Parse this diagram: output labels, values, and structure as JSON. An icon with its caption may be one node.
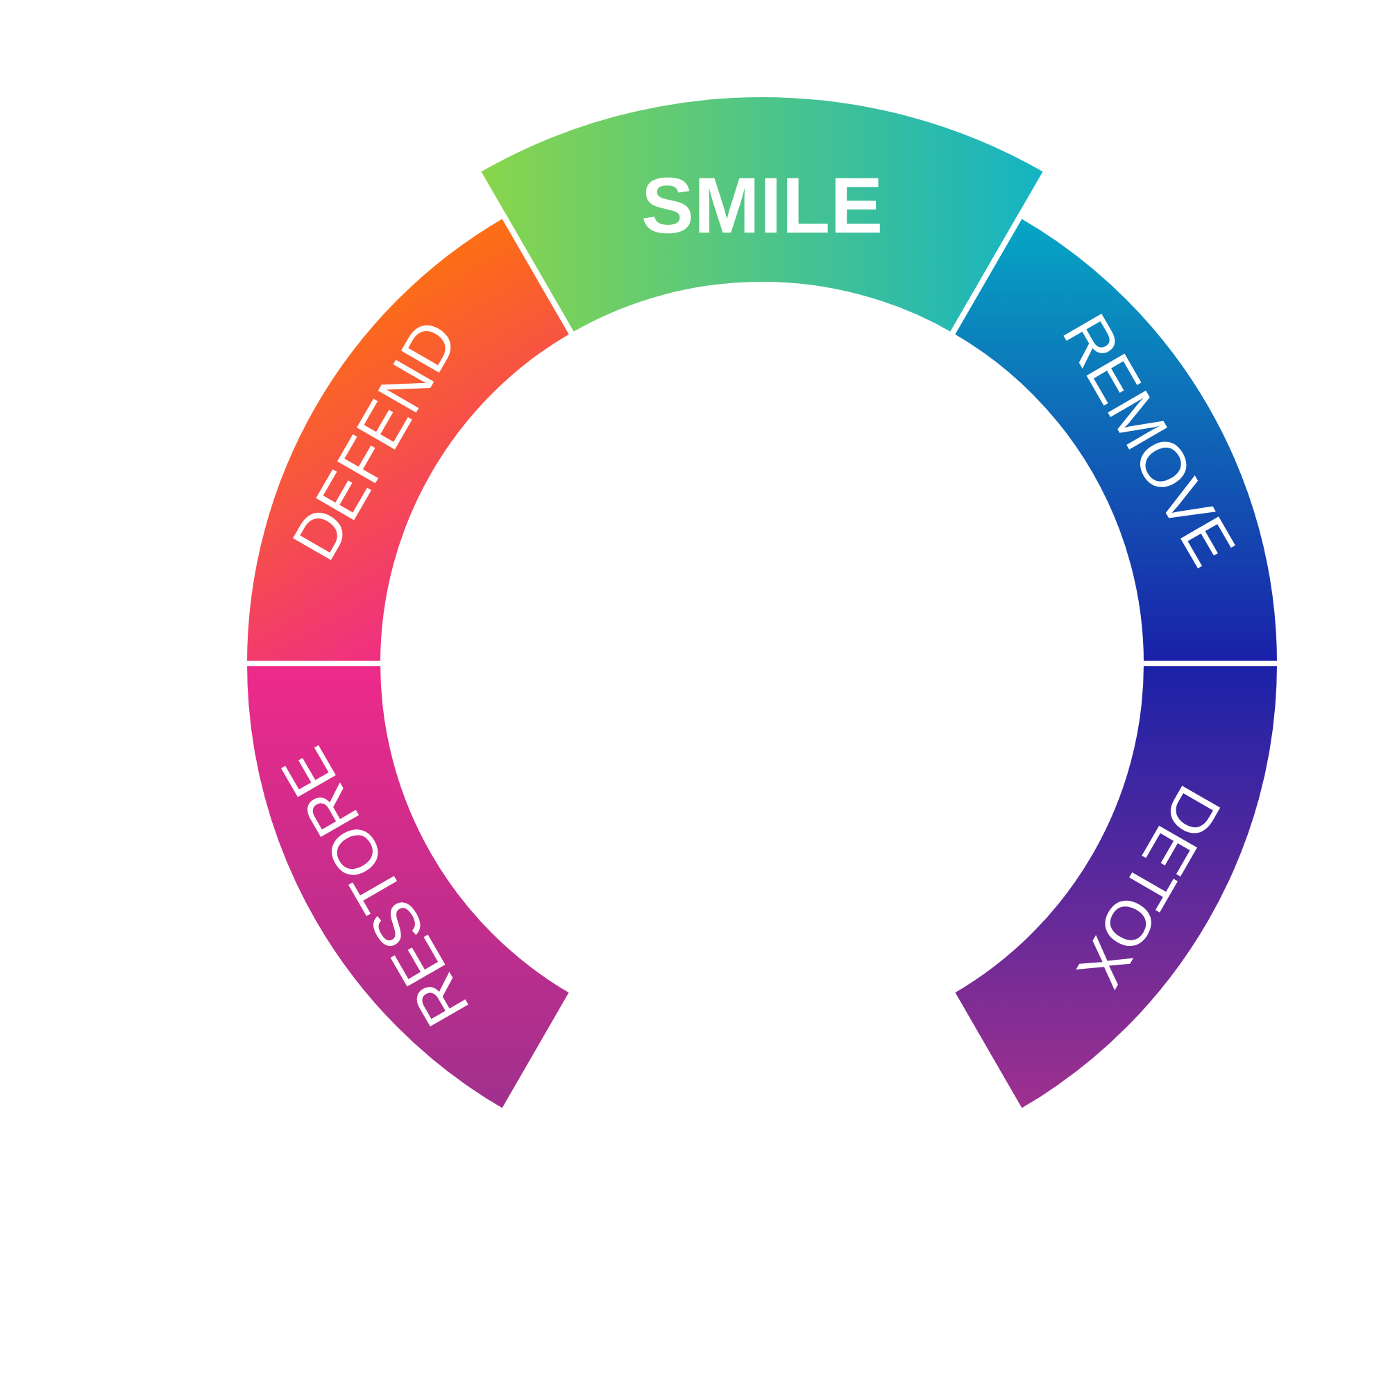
{
  "diagram": {
    "nodes": [
      {
        "text": [
          "SMILE"
        ]
      },
      {
        "text": [
          "DEFEND"
        ]
      },
      {
        "text": [
          "REMOVE"
        ]
      },
      {
        "text": [
          "RESTORE"
        ]
      },
      {
        "text": [
          "DETOX"
        ]
      }
    ]
  }
}
